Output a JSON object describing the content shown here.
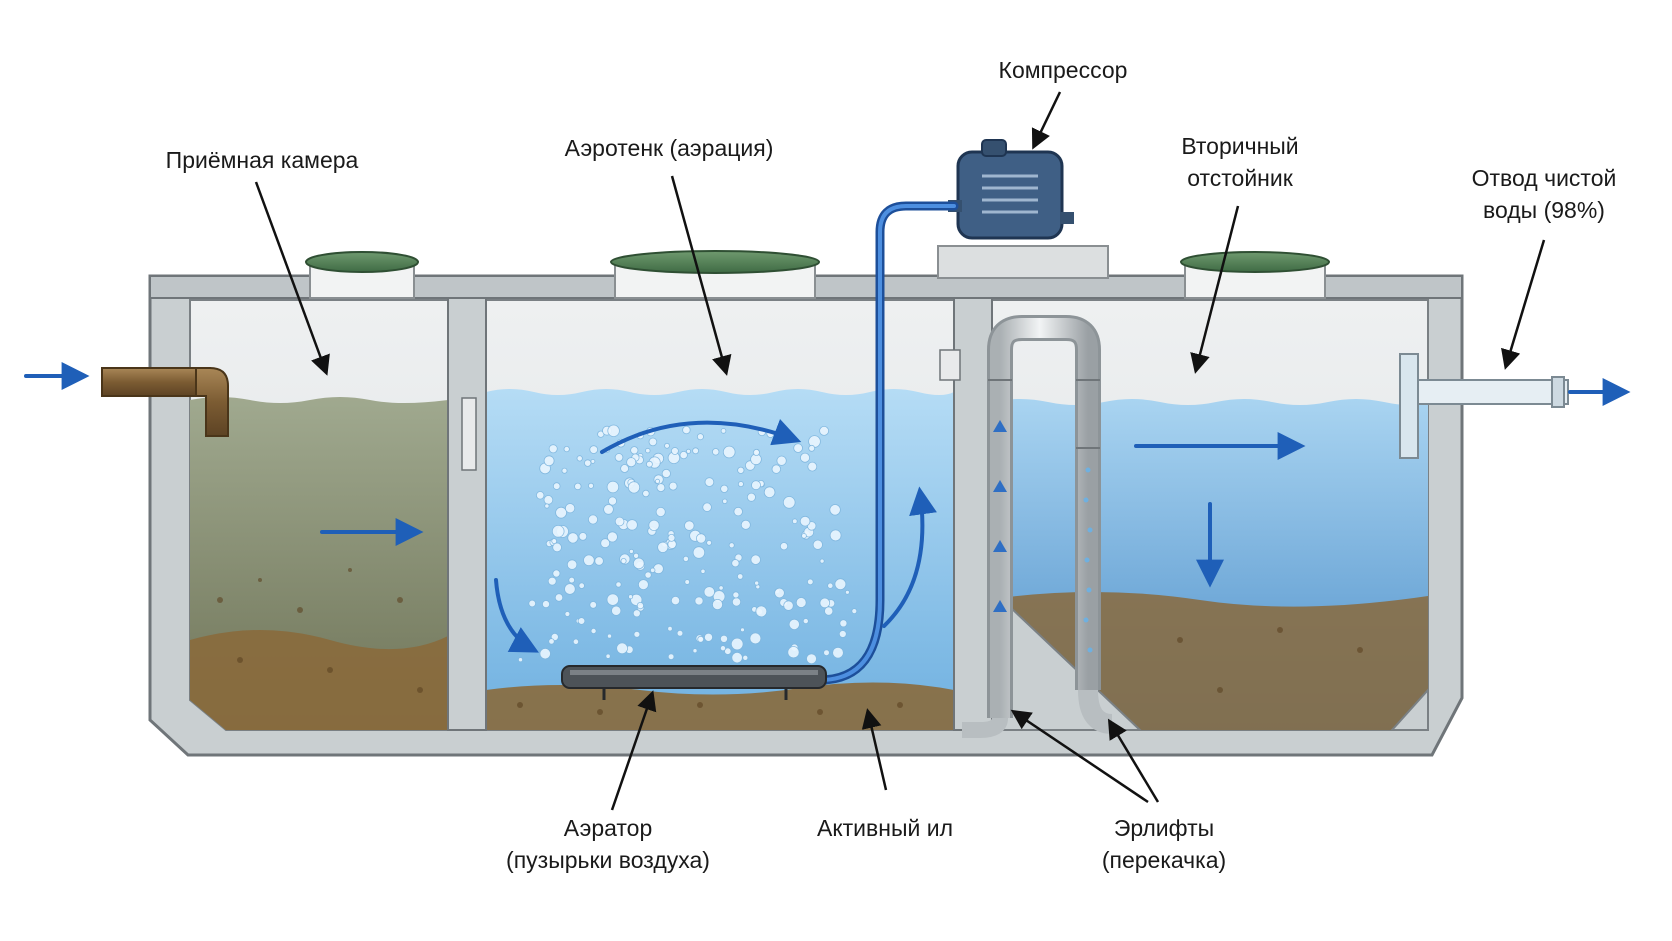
{
  "labels": {
    "receiving_chamber": "Приёмная камера",
    "aerotank": "Аэротенк (аэрация)",
    "compressor": "Компрессор",
    "secondary_settler_line1": "Вторичный",
    "secondary_settler_line2": "отстойник",
    "clean_outlet_line1": "Отвод чистой",
    "clean_outlet_line2": "воды (98%)",
    "aerator_line1": "Аэратор",
    "aerator_line2": "(пузырьки воздуха)",
    "active_sludge": "Активный ил",
    "airlifts_line1": "Эрлифты",
    "airlifts_line2": "(перекачка)"
  },
  "colors": {
    "concrete": "#c9cfd1",
    "concrete_edge": "#6f7579",
    "lid": "#4f7f52",
    "raw_water": "#8f9a7e",
    "clean_water": "#8fc4ea",
    "sludge": "#8a6a3c",
    "flow_arrow": "#1f5fb8",
    "compressor": "#3f5f85",
    "pipe_brown": "#8b6a3e",
    "air_hose": "#2f6fc4"
  }
}
